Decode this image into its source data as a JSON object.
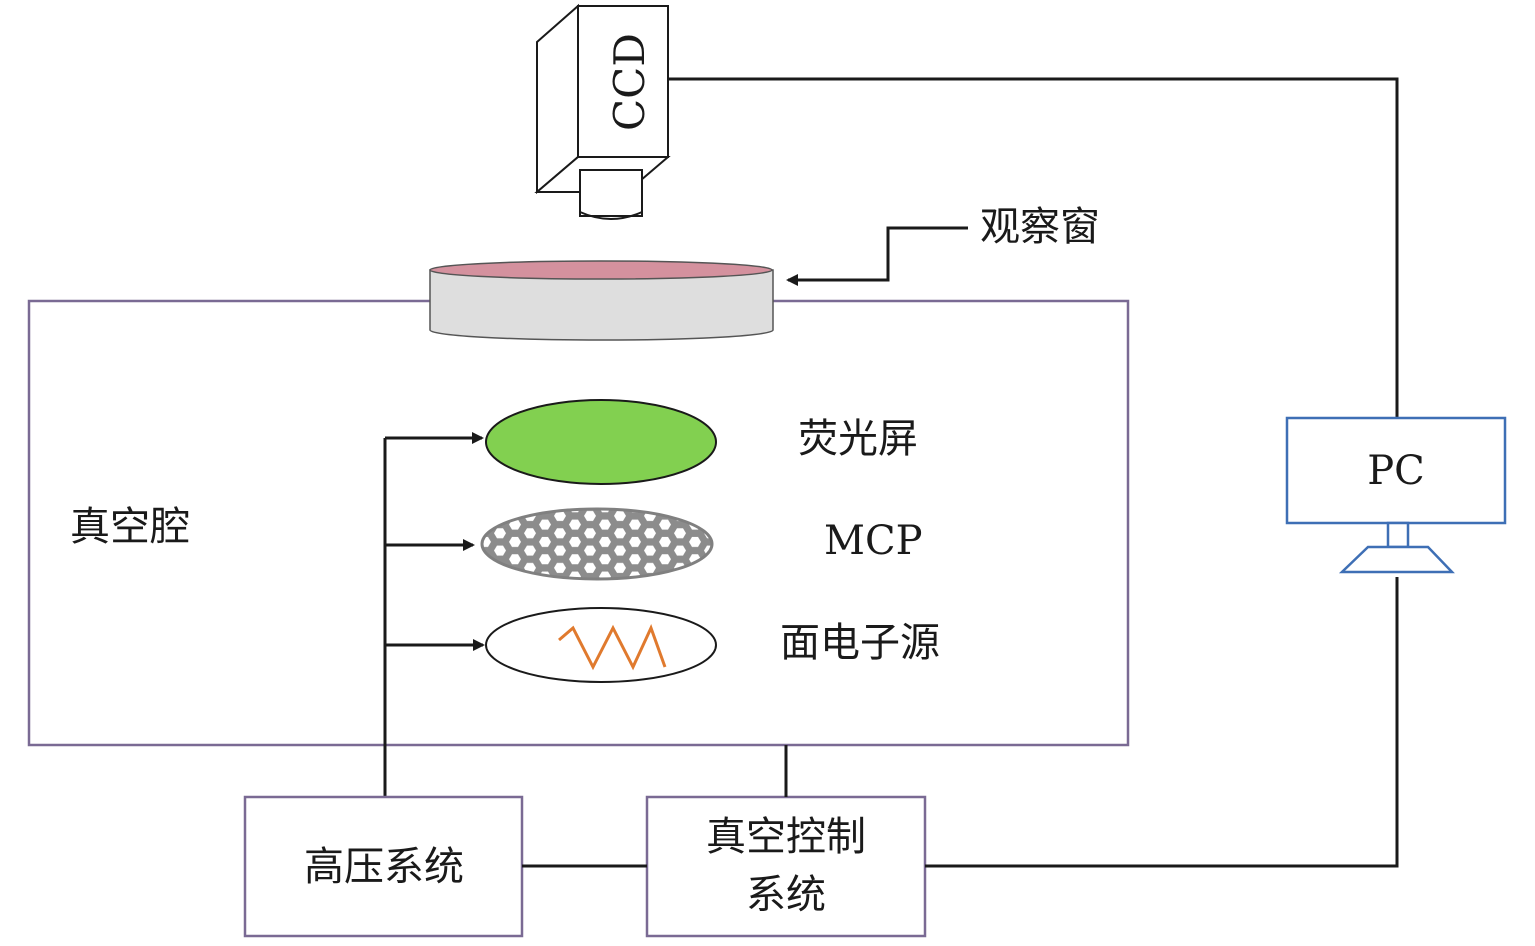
{
  "labels": {
    "ccd": "CCD",
    "window": "观察窗",
    "phosphor": "荧光屏",
    "mcp": "MCP",
    "source": "面电子源",
    "chamber": "真空腔",
    "pc": "PC",
    "hv": "高压系统",
    "vac_line1": "真空控制",
    "vac_line2": "系统"
  },
  "colors": {
    "chamber_border": "#7a6a94",
    "box_border": "#7a6a94",
    "pc_border": "#3e6fb5",
    "phosphor_fill": "#82d050",
    "window_top": "#d4919e",
    "window_body": "#dedede",
    "mcp_fill": "#909090",
    "source_wave": "#e07a2e",
    "line": "#1a1a1a"
  },
  "icons": {
    "camera": "ccd-camera-icon",
    "monitor": "pc-monitor-icon"
  }
}
